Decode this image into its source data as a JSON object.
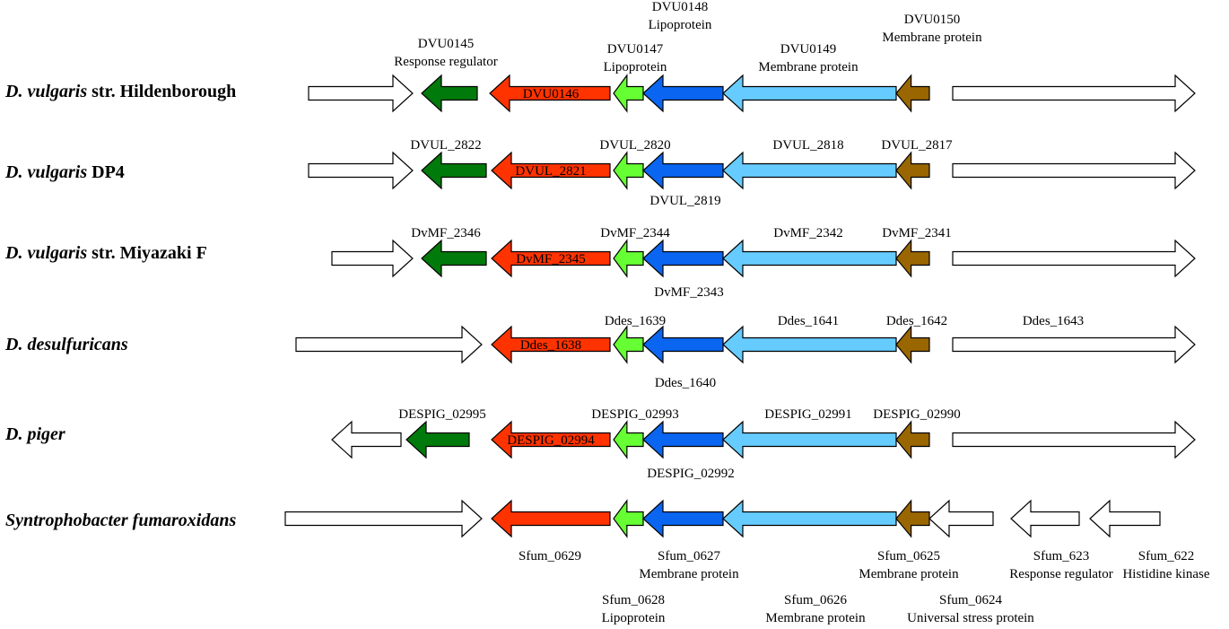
{
  "colors": {
    "response_regulator": "#007A0B",
    "DVU0146": "#FF3300",
    "lipoprotein": "#66FF33",
    "DVU0148": "#0A66F0",
    "DVU0149": "#66CCFF",
    "DVU0150": "#996600",
    "other": "#FFFFFF"
  },
  "rows": [
    {
      "organism_italic": "D. vulgaris",
      "organism_rest": " str. Hildenborough",
      "inner_label": "DVU0146",
      "labels": [
        {
          "id": "DVU0145",
          "lines": [
            "DVU0145",
            "Response regulator"
          ]
        },
        {
          "id": "DVU0147",
          "lines": [
            "DVU0147",
            "Lipoprotein"
          ]
        },
        {
          "id": "DVU0148",
          "lines": [
            "DVU0148",
            "Lipoprotein"
          ]
        },
        {
          "id": "DVU0149",
          "lines": [
            "DVU0149",
            "Membrane protein"
          ]
        },
        {
          "id": "DVU0150",
          "lines": [
            "DVU0150",
            "Membrane protein"
          ]
        }
      ]
    },
    {
      "organism_italic": "D. vulgaris",
      "organism_rest": " DP4",
      "inner_label": "DVUL_2821",
      "labels": [
        {
          "id": "DVUL_2822",
          "lines": [
            "DVUL_2822"
          ]
        },
        {
          "id": "DVUL_2820",
          "lines": [
            "DVUL_2820"
          ]
        },
        {
          "id": "DVUL_2818",
          "lines": [
            "DVUL_2818"
          ]
        },
        {
          "id": "DVUL_2817",
          "lines": [
            "DVUL_2817"
          ]
        },
        {
          "id": "DVUL_2819",
          "lines": [
            "DVUL_2819"
          ]
        }
      ]
    },
    {
      "organism_italic": "D. vulgaris",
      "organism_rest": " str. Miyazaki F",
      "inner_label": "DvMF_2345",
      "labels": [
        {
          "id": "DvMF_2346",
          "lines": [
            "DvMF_2346"
          ]
        },
        {
          "id": "DvMF_2344",
          "lines": [
            "DvMF_2344"
          ]
        },
        {
          "id": "DvMF_2342",
          "lines": [
            "DvMF_2342"
          ]
        },
        {
          "id": "DvMF_2341",
          "lines": [
            "DvMF_2341"
          ]
        },
        {
          "id": "DvMF_2343",
          "lines": [
            "DvMF_2343"
          ]
        }
      ]
    },
    {
      "organism_italic": "D. desulfuricans",
      "organism_rest": "",
      "inner_label": "Ddes_1638",
      "labels": [
        {
          "id": "Ddes_1639",
          "lines": [
            "Ddes_1639"
          ]
        },
        {
          "id": "Ddes_1641",
          "lines": [
            "Ddes_1641"
          ]
        },
        {
          "id": "Ddes_1642",
          "lines": [
            "Ddes_1642"
          ]
        },
        {
          "id": "Ddes_1643",
          "lines": [
            "Ddes_1643"
          ]
        },
        {
          "id": "Ddes_1640",
          "lines": [
            "Ddes_1640"
          ]
        }
      ]
    },
    {
      "organism_italic": "D. piger",
      "organism_rest": "",
      "inner_label": "DESPIG_02994",
      "labels": [
        {
          "id": "DESPIG_02995",
          "lines": [
            "DESPIG_02995"
          ]
        },
        {
          "id": "DESPIG_02993",
          "lines": [
            "DESPIG_02993"
          ]
        },
        {
          "id": "DESPIG_02991",
          "lines": [
            "DESPIG_02991"
          ]
        },
        {
          "id": "DESPIG_02990",
          "lines": [
            "DESPIG_02990"
          ]
        },
        {
          "id": "DESPIG_02992",
          "lines": [
            "DESPIG_02992"
          ]
        }
      ]
    },
    {
      "organism_italic": "Syntrophobacter fumaroxidans",
      "organism_rest": "",
      "inner_label": "",
      "labels": [
        {
          "id": "Sfum_0629",
          "lines": [
            "Sfum_0629"
          ]
        },
        {
          "id": "Sfum_0627",
          "lines": [
            "Sfum_0627",
            "Membrane protein"
          ]
        },
        {
          "id": "Sfum_0625",
          "lines": [
            "Sfum_0625",
            "Membrane protein"
          ]
        },
        {
          "id": "Sfum_623",
          "lines": [
            "Sfum_623",
            "Response regulator"
          ]
        },
        {
          "id": "Sfum_622",
          "lines": [
            "Sfum_622",
            "Histidine kinase"
          ]
        },
        {
          "id": "Sfum_0628",
          "lines": [
            "Sfum_0628",
            "Lipoprotein"
          ]
        },
        {
          "id": "Sfum_0626",
          "lines": [
            "Sfum_0626",
            "Membrane protein"
          ]
        },
        {
          "id": "Sfum_0624",
          "lines": [
            "Sfum_0624",
            "Universal stress protein"
          ]
        }
      ]
    }
  ]
}
